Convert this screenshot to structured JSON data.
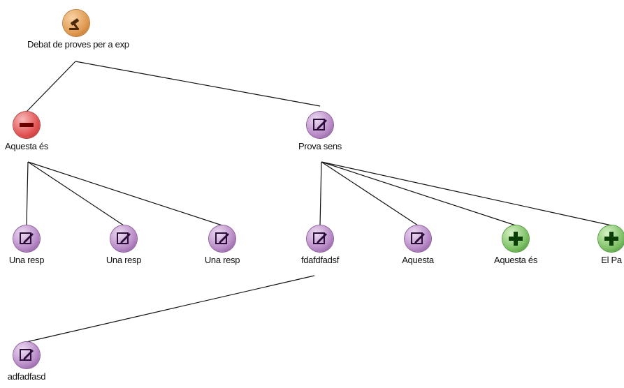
{
  "diagram": {
    "colors": {
      "gavel": "#e09a52",
      "minus": "#e25454",
      "edit": "#b98bc7",
      "plus": "#7fc167",
      "edge": "#111111"
    },
    "nodes": [
      {
        "id": "root",
        "label": "Debat de proves per a exp",
        "icon": "gavel-icon"
      },
      {
        "id": "n1",
        "label": "Aquesta és",
        "icon": "minus-icon"
      },
      {
        "id": "n2",
        "label": "Prova sens",
        "icon": "edit-icon"
      },
      {
        "id": "n1a",
        "label": "Una resp",
        "icon": "edit-icon"
      },
      {
        "id": "n1b",
        "label": "Una resp",
        "icon": "edit-icon"
      },
      {
        "id": "n1c",
        "label": "Una resp",
        "icon": "edit-icon"
      },
      {
        "id": "n2a",
        "label": "fdafdfadsf",
        "icon": "edit-icon"
      },
      {
        "id": "n2b",
        "label": "Aquesta",
        "icon": "edit-icon"
      },
      {
        "id": "n2c",
        "label": "Aquesta és",
        "icon": "plus-icon"
      },
      {
        "id": "n2d",
        "label": "El Pa",
        "icon": "plus-icon"
      },
      {
        "id": "n3",
        "label": "adfadfasd",
        "icon": "edit-icon"
      }
    ],
    "edges": [
      [
        "root",
        "n1"
      ],
      [
        "root",
        "n2"
      ],
      [
        "n1",
        "n1a"
      ],
      [
        "n1",
        "n1b"
      ],
      [
        "n1",
        "n1c"
      ],
      [
        "n2",
        "n2a"
      ],
      [
        "n2",
        "n2b"
      ],
      [
        "n2",
        "n2c"
      ],
      [
        "n2",
        "n2d"
      ],
      [
        "n2a",
        "n3"
      ]
    ]
  }
}
